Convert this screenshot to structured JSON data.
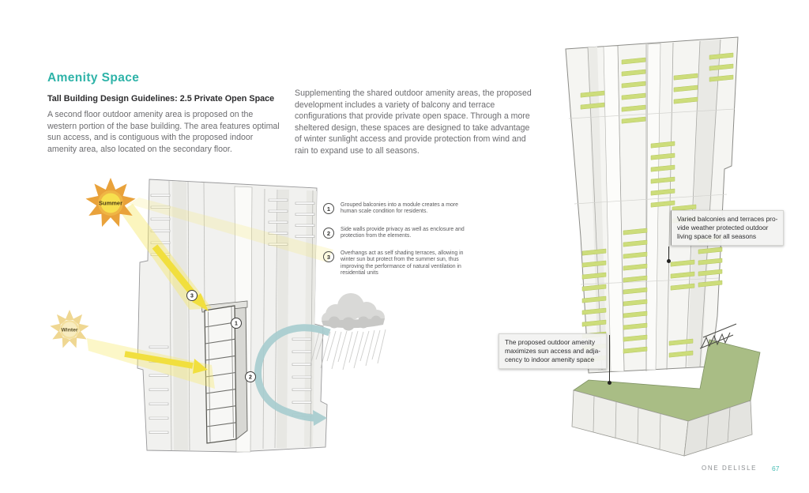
{
  "page": {
    "title": "Amenity Space",
    "subtitle": "Tall Building Design Guidelines: 2.5 Private Open Space",
    "intro": "A second floor outdoor amenity area is proposed on the western portion of the base building. The area features optimal sun access, and is contiguous with the proposed indoor amenity area, also located on the secondary floor.",
    "supplement": "Supplementing the shared outdoor amenity areas, the proposed development includes a variety of balcony and terrace configurations that provide private open space. Through a more sheltered design, these spaces are designed to take advantage of winter sunlight access and provide protection from wind and rain to expand use to all seasons."
  },
  "diagram": {
    "sun_summer_label": "Summer",
    "sun_winter_label": "Winter",
    "annotations": [
      {
        "number": "1",
        "text": "Grouped balconies into a module creates a more human scale condition for residents."
      },
      {
        "number": "2",
        "text": "Side walls provide privacy as well as enclosure and protection from the elements."
      },
      {
        "number": "3",
        "text": "Overhangs act as self shading terraces, allowing in winter sun but protect from the summer sun, thus improving the performance of natural ventilation in residential units"
      }
    ]
  },
  "rendering": {
    "callout_balconies": "Varied balconies and terraces pro-\nvide weather protected outdoor\nliving space for all seasons",
    "callout_amenity": "The proposed outdoor amenity\nmaximizes sun access and adja-\ncency to indoor amenity space"
  },
  "footer": {
    "brand": "ONE DELISLE",
    "page_number": "67"
  },
  "colors": {
    "accent_teal": "#2eb3a8",
    "balcony_green": "#cddd7b",
    "deck_green": "#a9bd85",
    "sun_orange": "#e9a23b",
    "sun_pale_yellow": "#efd792",
    "arrow_yellow": "#f1df3e",
    "wind_teal": "#a6ccce",
    "body_text_gray": "#6c6c6f"
  }
}
